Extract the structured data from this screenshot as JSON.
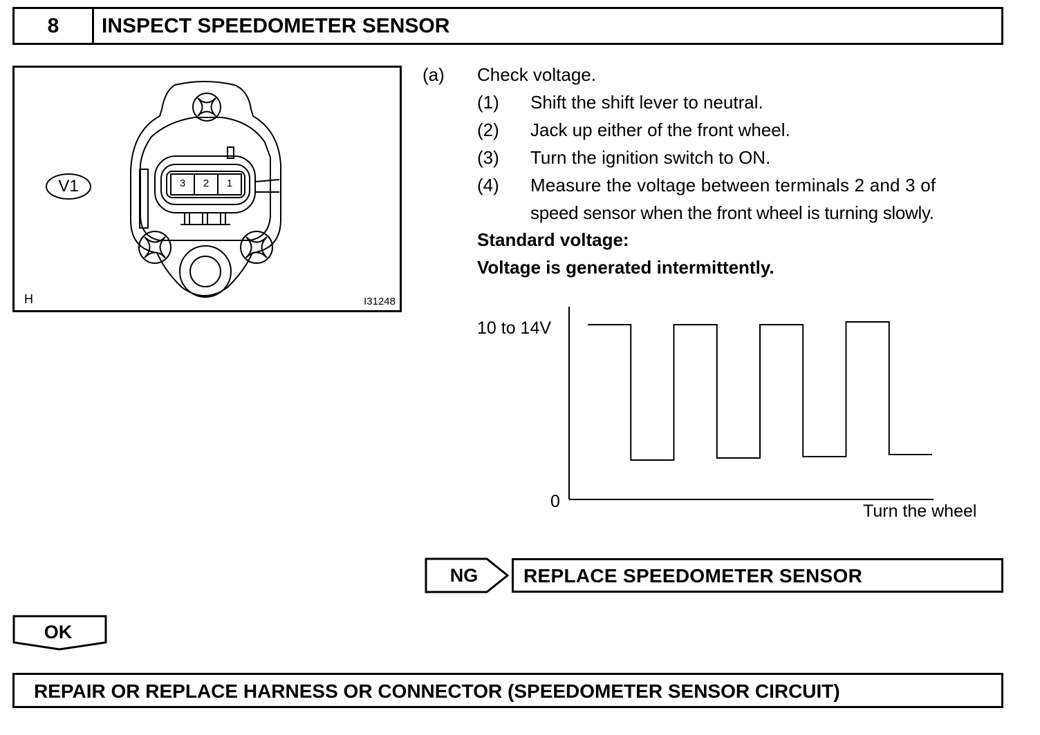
{
  "header": {
    "step_number": "8",
    "title": "INSPECT SPEEDOMETER SENSOR"
  },
  "illustration": {
    "connector_label": "V1",
    "terminals": [
      "3",
      "2",
      "1"
    ],
    "corner_left": "H",
    "corner_right": "I31248"
  },
  "instructions": {
    "step_a": {
      "label": "(a)",
      "text": "Check voltage."
    },
    "substeps": [
      {
        "label": "(1)",
        "lines": [
          "Shift the shift lever to neutral."
        ]
      },
      {
        "label": "(2)",
        "lines": [
          "Jack up either of the front wheel."
        ]
      },
      {
        "label": "(3)",
        "lines": [
          "Turn the ignition switch to ON."
        ]
      },
      {
        "label": "(4)",
        "lines": [
          "Measure the voltage between terminals 2 and 3 of",
          "speed sensor when the front wheel is turning slowly."
        ]
      }
    ],
    "standard_label": "Standard voltage:",
    "standard_value": "Voltage is generated intermittently."
  },
  "chart_data": {
    "type": "line",
    "title": "",
    "y_tick_labels": [
      "10 to 14V",
      "0"
    ],
    "xlabel": "Turn the wheel",
    "ylabel": "",
    "grid": false,
    "series": [
      {
        "levels": [
          "high",
          "low",
          "high",
          "low",
          "high",
          "low",
          "high",
          "low"
        ]
      }
    ]
  },
  "results": {
    "ng_label": "NG",
    "ng_action": "REPLACE SPEEDOMETER SENSOR",
    "ok_label": "OK",
    "ok_action": "REPAIR OR REPLACE HARNESS OR CONNECTOR (SPEEDOMETER SENSOR CIRCUIT)"
  }
}
